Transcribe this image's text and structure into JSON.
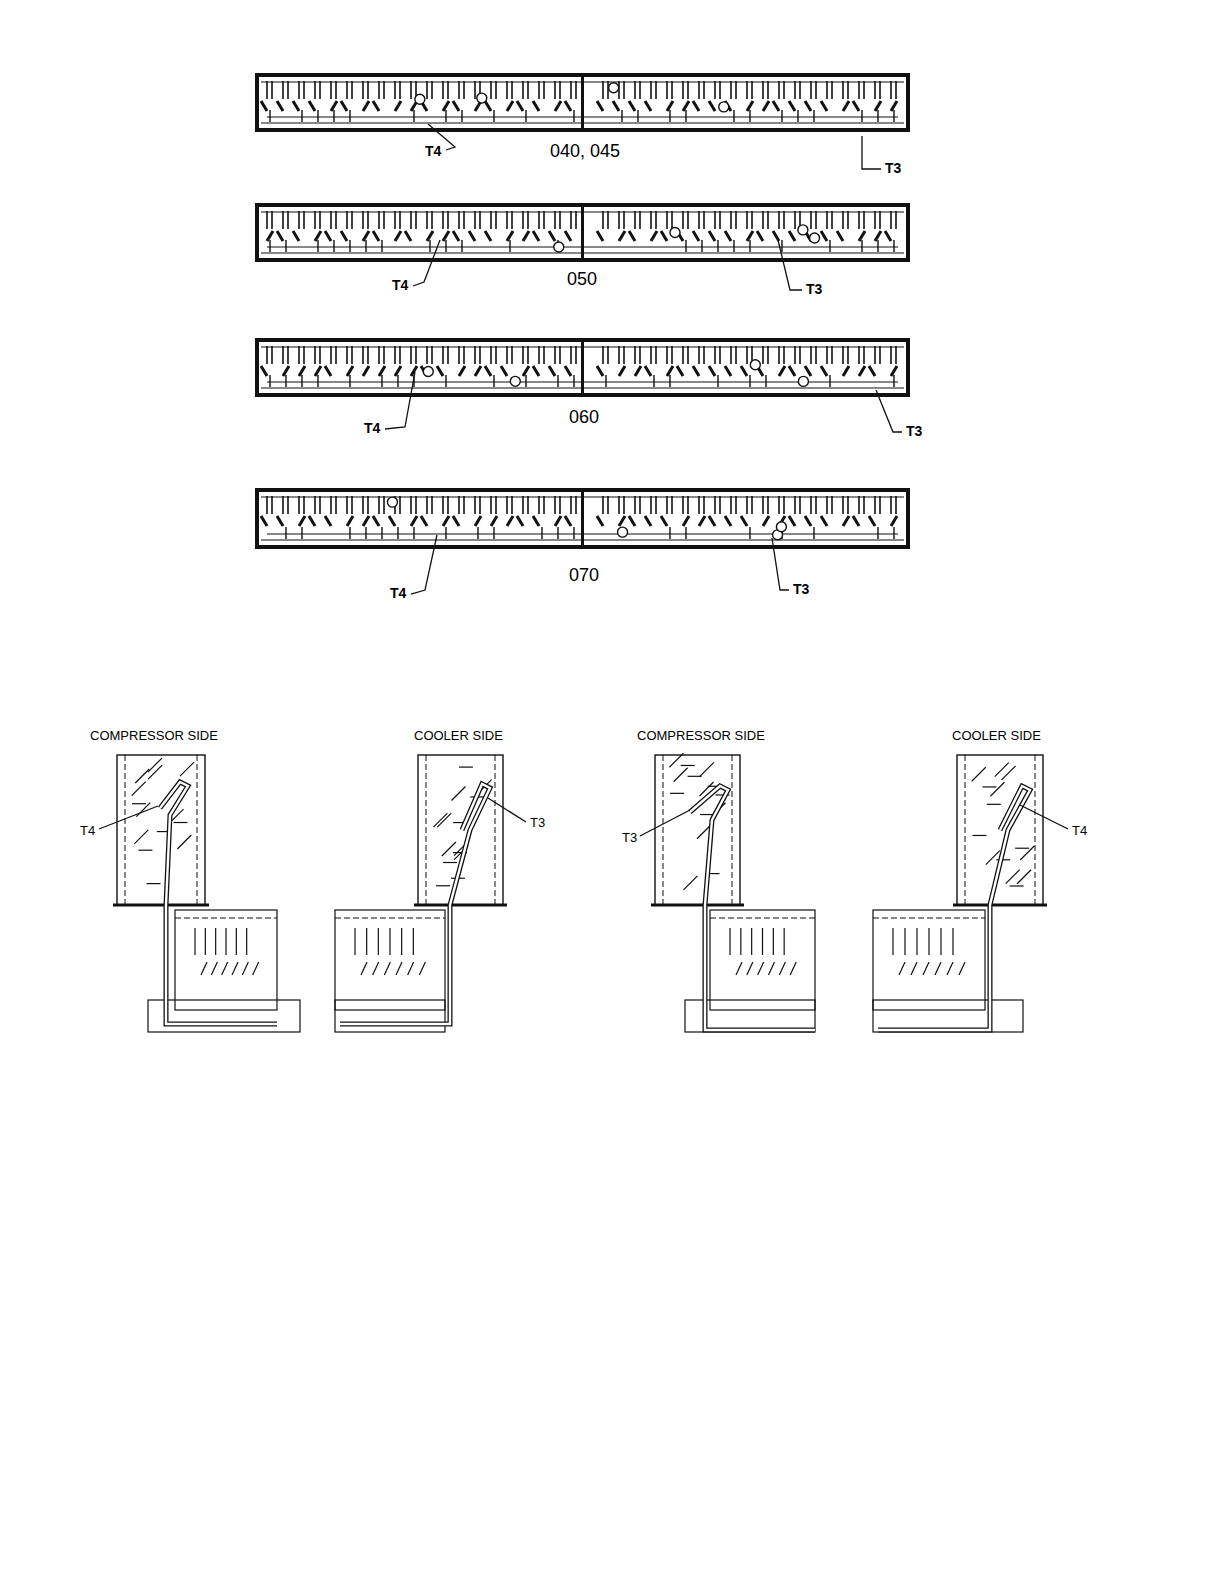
{
  "diagram": {
    "labels": [
      "T4",
      "040, 045",
      "T3",
      "T4",
      "050",
      "T3",
      "T4",
      "060",
      "T3",
      "T4",
      "070",
      "T3",
      "COMPRESSOR SIDE",
      "COOLER SIDE",
      "COMPRESSOR SIDE",
      "COOLER SIDE",
      "T4",
      "T3",
      "T3",
      "T4"
    ]
  }
}
